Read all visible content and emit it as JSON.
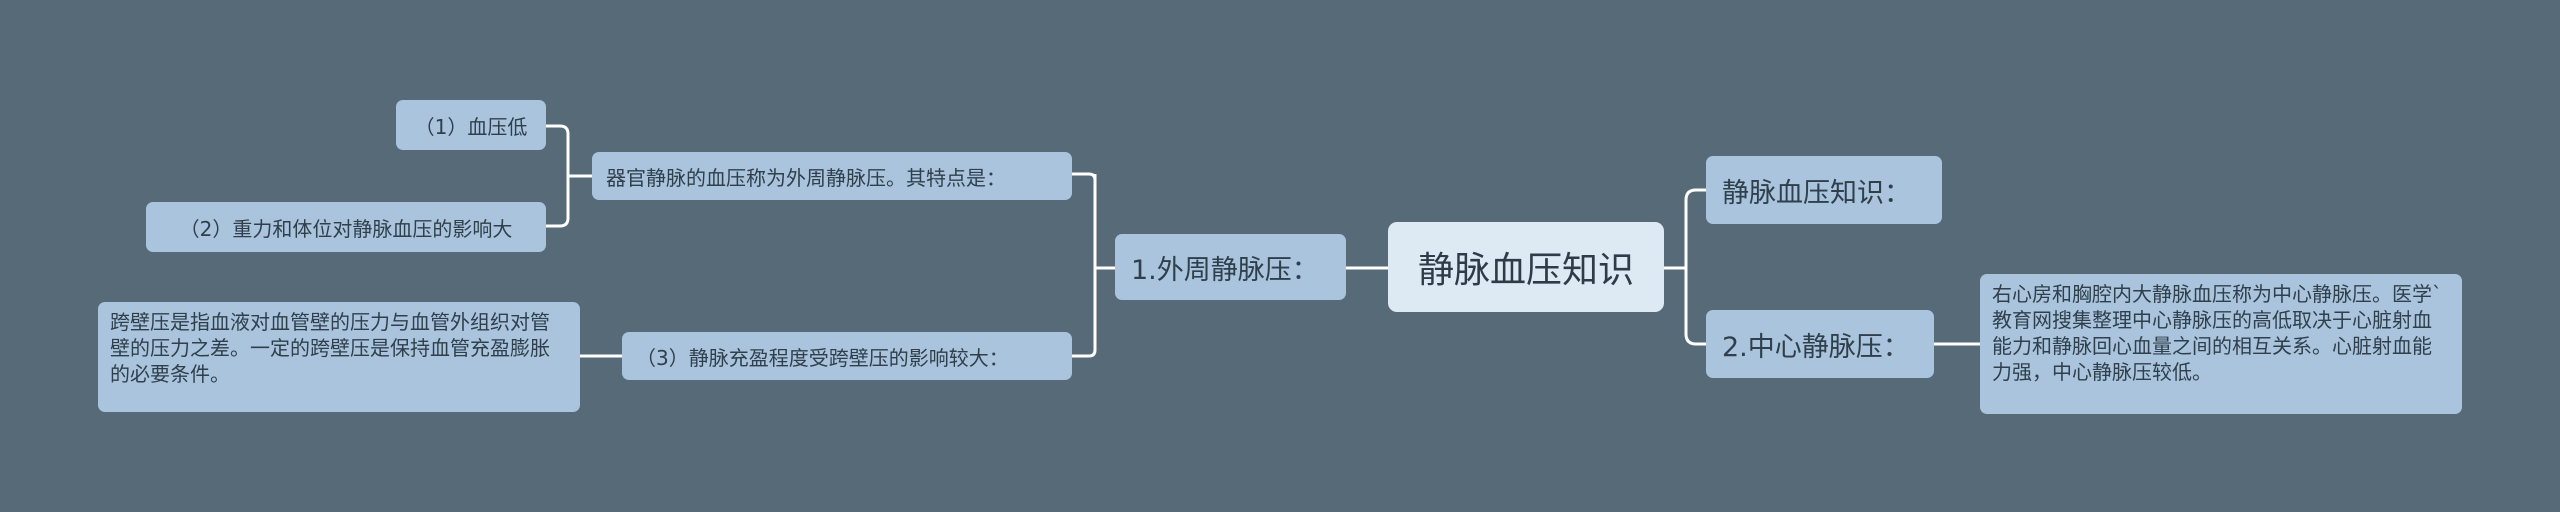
{
  "root": {
    "label": "静脉血压知识"
  },
  "left": {
    "branch": {
      "label": "1.外周静脉压："
    },
    "children": [
      {
        "label": "器官静脉的血压称为外周静脉压。其特点是：",
        "children": [
          {
            "label": "（1）血压低"
          },
          {
            "label": "（2）重力和体位对静脉血压的影响大"
          }
        ]
      },
      {
        "label": "（3）静脉充盈程度受跨壁压的影响较大：",
        "children": [
          {
            "label": "跨壁压是指血液对血管壁的压力与血管外组织对管壁的压力之差。一定的跨壁压是保持血管充盈膨胀的必要条件。"
          }
        ]
      }
    ]
  },
  "right": {
    "items": [
      {
        "label": "静脉血压知识："
      },
      {
        "label": "2.中心静脉压：",
        "children": [
          {
            "label": "右心房和胸腔内大静脉血压称为中心静脉压。医学`教育网搜集整理中心静脉压的高低取决于心脏射血能力和静脉回心血量之间的相互关系。心脏射血能力强，中心静脉压较低。"
          }
        ]
      }
    ]
  },
  "colors": {
    "background": "#566a78",
    "node_fill": "#a9c4dc",
    "root_fill": "#dde9f3",
    "connector": "#ffffff"
  }
}
